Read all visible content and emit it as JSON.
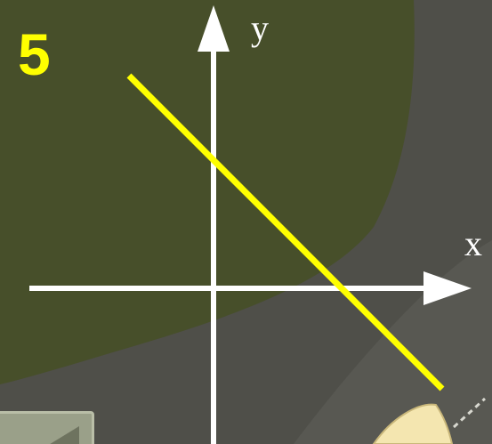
{
  "slide": {
    "number": "5"
  },
  "axes": {
    "x_label": "x",
    "y_label": "y"
  },
  "colors": {
    "background_inner": "#474f2a",
    "background_outer": "#4f4f49",
    "band": "#5c5c57",
    "axes": "#ffffff",
    "line": "#ffff00",
    "slide_number": "#ffff00",
    "label_text": "#ffffff"
  },
  "icons": {
    "nav": "arrow-left-icon",
    "decoration": "pointing-hand-icon"
  }
}
